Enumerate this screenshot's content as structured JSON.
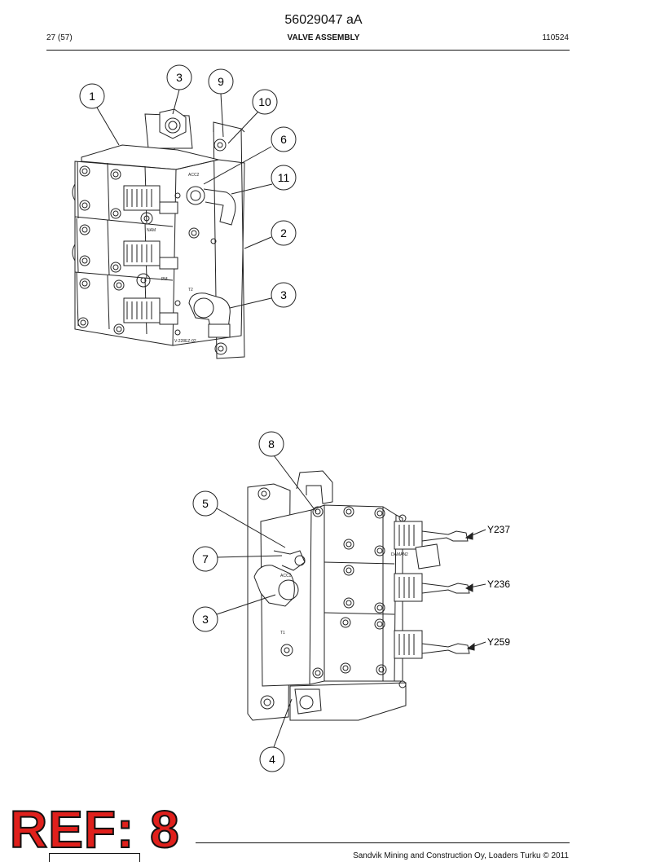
{
  "header": {
    "doc_number": "56029047 aA",
    "page": "27 (57)",
    "title": "VALVE ASSEMBLY",
    "code": "110524"
  },
  "footer": {
    "text": "Sandvik Mining and Construction Oy, Loaders Turku © 2011",
    "stamp": "REF: 8"
  },
  "top_view": {
    "callouts": [
      "1",
      "3",
      "9",
      "10",
      "6",
      "11",
      "2",
      "3"
    ],
    "part_marks": [
      "ACC2",
      "NAM",
      "PM",
      "T2",
      "V-228EZ-02"
    ]
  },
  "bottom_view": {
    "callouts": [
      "8",
      "5",
      "7",
      "3",
      "4"
    ],
    "solenoid_tags": [
      "Y237",
      "Y236",
      "Y259"
    ],
    "part_marks": [
      "ACC1",
      "T1",
      "DAMAN2"
    ]
  }
}
